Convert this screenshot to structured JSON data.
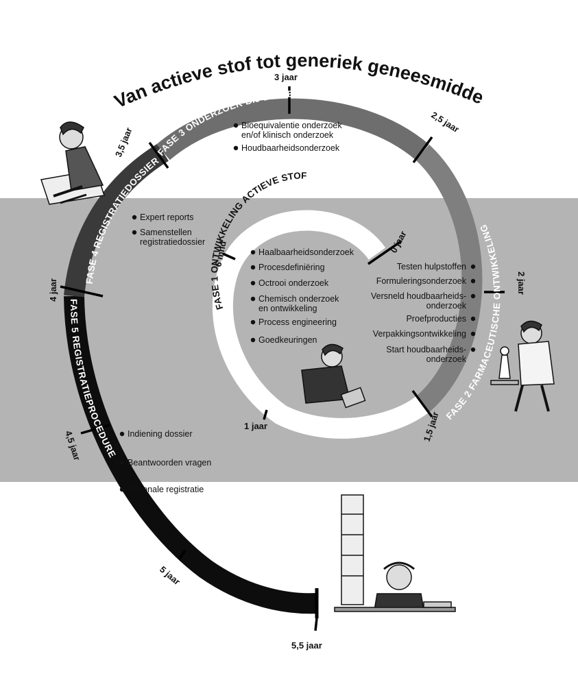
{
  "title": "Van actieve stof tot generiek geneesmiddel",
  "colors": {
    "band": "#b4b4b4",
    "phase1": "#ffffff",
    "phase2": "#7f7f7f",
    "phase3": "#6e6e6e",
    "phase4": "#3a3a3a",
    "phase5": "#0d0d0d"
  },
  "phases": [
    {
      "label": "FASE 1  ONTWIKKELING ACTIEVE STOF"
    },
    {
      "label": "FASE 2  FARMACEUTISCHE ONTWIKKELING"
    },
    {
      "label": "FASE 3   ONDERZOEK BIJ DE MENS"
    },
    {
      "label": "FASE 4  REGISTRATIEDOSSIER"
    },
    {
      "label": "FASE 5   REGISTRATIEPROCEDURE"
    }
  ],
  "ticks": [
    {
      "label": "0 jaar"
    },
    {
      "label": "6 mnd"
    },
    {
      "label": "1 jaar"
    },
    {
      "label": "1,5 jaar"
    },
    {
      "label": "2 jaar"
    },
    {
      "label": "2,5 jaar"
    },
    {
      "label": "3 jaar"
    },
    {
      "label": "3,5 jaar"
    },
    {
      "label": "4 jaar"
    },
    {
      "label": "4,5 jaar"
    },
    {
      "label": "5 jaar"
    },
    {
      "label": "5,5 jaar"
    }
  ],
  "phase1_items": [
    {
      "lines": [
        "Haalbaarheidsonderzoek"
      ]
    },
    {
      "lines": [
        "Procesdefiniëring"
      ]
    },
    {
      "lines": [
        "Octrooi onderzoek"
      ]
    },
    {
      "lines": [
        "Chemisch onderzoek",
        "en ontwikkeling"
      ]
    },
    {
      "lines": [
        "Process engineering"
      ]
    },
    {
      "lines": [
        "Goedkeuringen"
      ]
    }
  ],
  "phase2_items": [
    {
      "lines": [
        "Testen hulpstoffen"
      ]
    },
    {
      "lines": [
        "Formuleringsonderzoek"
      ]
    },
    {
      "lines": [
        "Versneld houdbaarheids-",
        "onderzoek"
      ]
    },
    {
      "lines": [
        "Proefproducties"
      ]
    },
    {
      "lines": [
        "Verpakkingsontwikkeling"
      ]
    },
    {
      "lines": [
        "Start houdbaarheids-",
        "onderzoek"
      ]
    }
  ],
  "phase3_items": [
    {
      "lines": [
        "Bioequivalentie onderzoek",
        "en/of klinisch onderzoek"
      ]
    },
    {
      "lines": [
        "Houdbaarheidsonderzoek"
      ]
    }
  ],
  "phase4_items": [
    {
      "lines": [
        "Expert reports"
      ]
    },
    {
      "lines": [
        "Samenstellen",
        "registratiedossier"
      ]
    }
  ],
  "phase5_items": [
    {
      "lines": [
        "Indiening dossier"
      ]
    },
    {
      "lines": [
        "Beantwoorden vragen"
      ]
    },
    {
      "lines": [
        "Nationale registratie"
      ]
    }
  ]
}
